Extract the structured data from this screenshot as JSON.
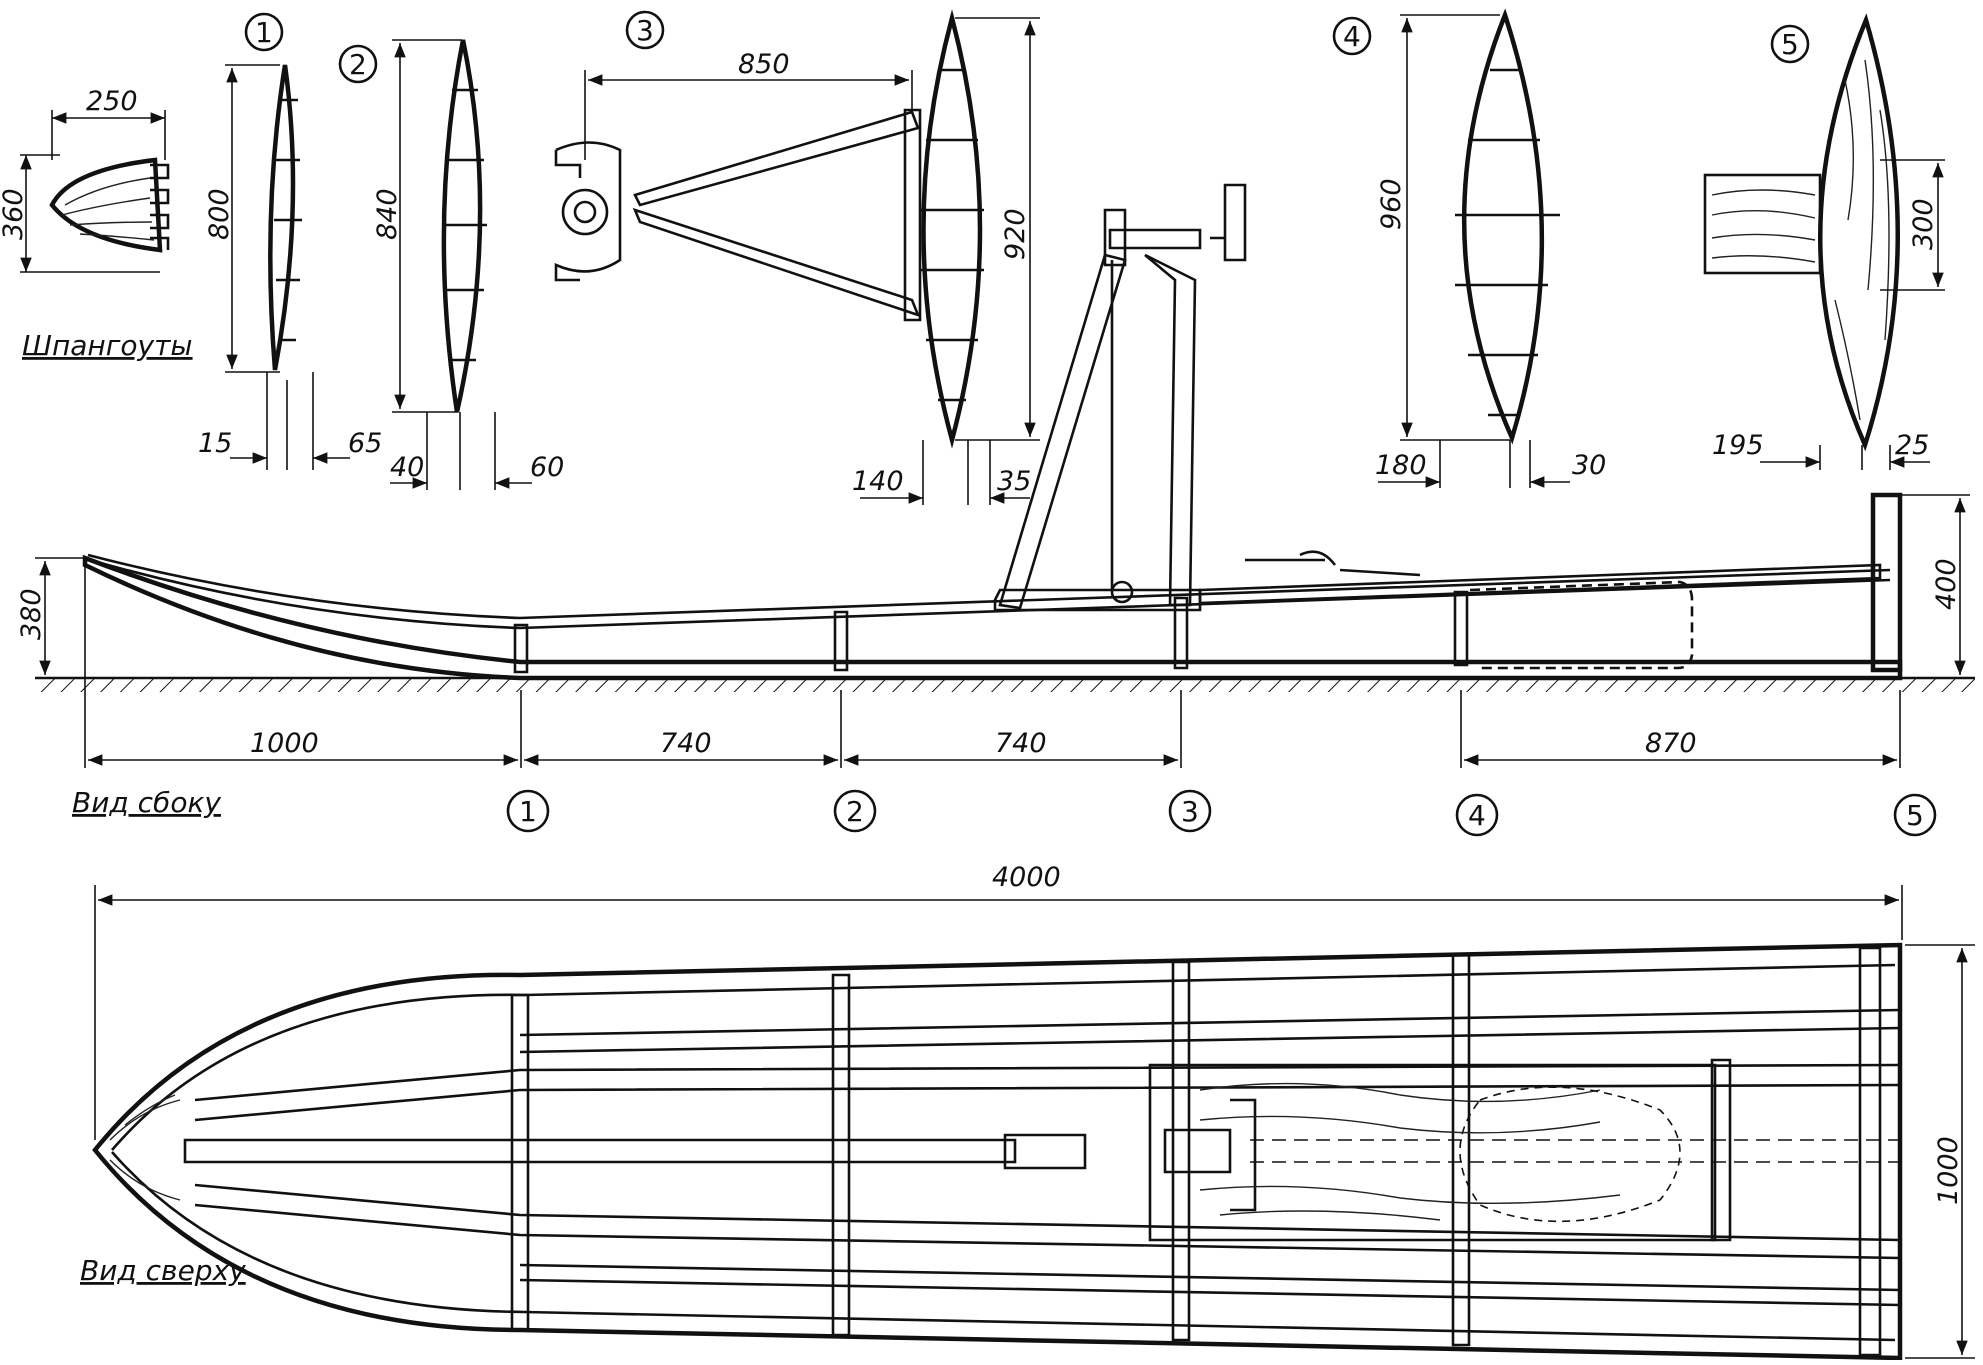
{
  "captions": {
    "frames": "Шпангоуты",
    "side_view": "Вид сбоку",
    "top_view": "Вид сверху"
  },
  "stations": [
    "1",
    "2",
    "3",
    "4",
    "5"
  ],
  "frames": [
    {
      "id": "1",
      "height": "800",
      "left": "15",
      "right": "65"
    },
    {
      "id": "2",
      "height": "840",
      "left": "40",
      "right": "60"
    },
    {
      "id": "3",
      "height": "920",
      "left": "140",
      "right": "35",
      "strut": "850"
    },
    {
      "id": "4",
      "height": "960",
      "left": "180",
      "right": "30"
    },
    {
      "id": "5",
      "height": "300",
      "left": "195",
      "right": "25"
    }
  ],
  "bow_section": {
    "width": "250",
    "height": "360"
  },
  "side_dims": {
    "bow_rise": "380",
    "stern_height": "400",
    "bow_to_1": "1000",
    "s1_to_2": "740",
    "s2_to_3": "740",
    "s4_to_5": "870"
  },
  "top_dims": {
    "length": "4000",
    "width": "1000"
  }
}
